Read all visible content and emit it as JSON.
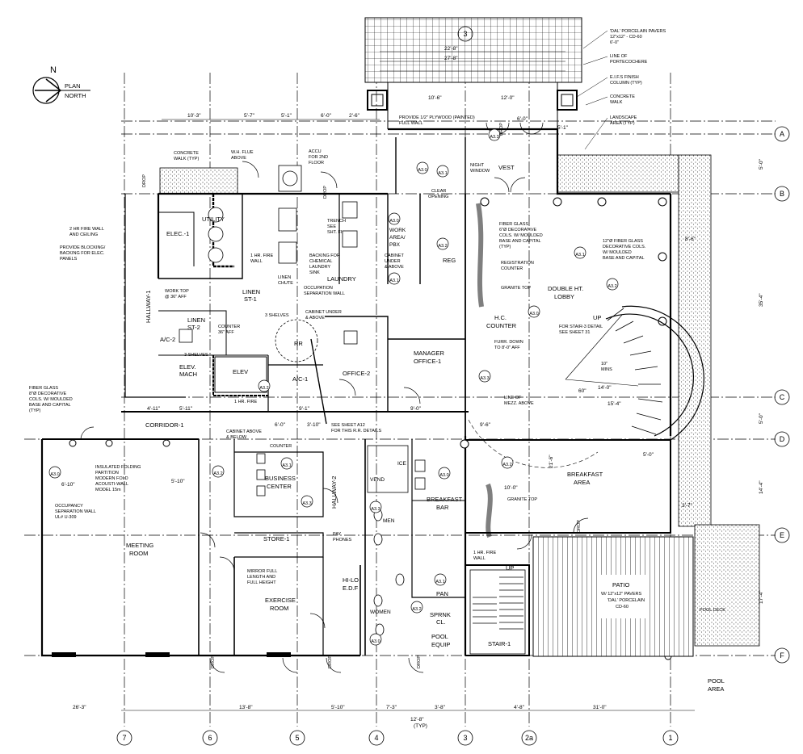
{
  "north": {
    "label_top": "PLAN",
    "label_bottom": "NORTH",
    "n": "N"
  },
  "grid_rows": [
    "A",
    "B",
    "C",
    "D",
    "E",
    "F"
  ],
  "grid_cols": [
    "7",
    "6",
    "5",
    "4",
    "3",
    "2a",
    "1"
  ],
  "top_detail": "3",
  "notes_top_right": {
    "pavers": [
      "'DAL' PORCELAIN PAVERS",
      "12\"x12\" - CD-60",
      "6'-0\""
    ],
    "porte": [
      "LINE OF",
      "PORTECOCHERE"
    ],
    "eifs": [
      "E.I.F.S FINISH",
      "COLUMN (TYP)"
    ],
    "walk": [
      "CONCRETE",
      "WALK"
    ],
    "landscape": [
      "LANDSCAPE",
      "AREA (TYP)"
    ]
  },
  "rooms": {
    "elec": "ELEC.-1",
    "utility": "UTILITY",
    "laundry": "LAUNDRY",
    "work_area": [
      "WORK",
      "AREA/",
      "PBX"
    ],
    "reg": "REG",
    "vest": "VEST",
    "lobby": [
      "DOUBLE HT.",
      "LOBBY"
    ],
    "hc_counter": [
      "H.C.",
      "COUNTER"
    ],
    "linen_st1": [
      "LINEN",
      "ST-1"
    ],
    "linen_st2": [
      "LINEN",
      "ST-2"
    ],
    "ac2": "A/C-2",
    "ac1": "A/C-1",
    "elev_mach": [
      "ELEV.",
      "MACH"
    ],
    "elev": "ELEV",
    "office2": "OFFICE-2",
    "manager": [
      "MANAGER",
      "OFFICE-1"
    ],
    "hallway1": "HALLWAY-1",
    "hallway2": "HALLWAY-2",
    "corridor1": "CORRIDOR-1",
    "meeting": [
      "MEETING",
      "ROOM"
    ],
    "business": [
      "BUSINESS",
      "CENTER"
    ],
    "store1": "STORE-1",
    "exercise": [
      "EXERCISE",
      "ROOM"
    ],
    "breakfast_bar": [
      "BREAKFAST",
      "BAR"
    ],
    "breakfast_area": [
      "BREAKFAST",
      "AREA"
    ],
    "men": "MEN",
    "women": "WOMEN",
    "hilo": [
      "HI-LO",
      "E.D.F"
    ],
    "pan": "PAN",
    "sprnk": [
      "SPRNK",
      "CL."
    ],
    "pool_equip": [
      "POOL",
      "EQUIP"
    ],
    "stair1": "STAIR-1",
    "patio": [
      "PATIO",
      "W/ 12\"x12\" PAVERS",
      "'DAL' PORCELAIN",
      "CD-60"
    ],
    "pool_area": [
      "POOL",
      "AREA"
    ],
    "pool_deck": "POOL DECK",
    "rr": "RR",
    "ice": "ICE",
    "vend": "VEND"
  },
  "notes": {
    "concrete_walk": [
      "CONCRETE",
      "WALK (TYP)"
    ],
    "wh_flue": [
      "W.H. FLUE",
      "ABOVE"
    ],
    "accu": [
      "ACCU",
      "FOR 2ND",
      "FLOOR"
    ],
    "fire_wall": [
      "2 HR FIRE WALL",
      "AND CEILING"
    ],
    "blocking": [
      "PROVIDE BLOCKING/",
      "BACKING FOR ELEC.",
      "PANELS"
    ],
    "plywood": [
      "PROVIDE 1/2\" PLYWOOD (PAINTED)",
      "FULL WALL"
    ],
    "night_window": [
      "NIGHT",
      "WINDOW"
    ],
    "clear_opening": [
      "CLEAR",
      "OPENING"
    ],
    "fiber_glass_cols": [
      "FIBER GLASS",
      "6\"Ø DECORATIVE",
      "COLS. W/ MOULDED",
      "BASE AND CAPITAL",
      "(TYP)"
    ],
    "fiber_glass_12": [
      "12\"Ø FIBER GLASS",
      "DECORATIVE COLS.",
      "W/ MOULDED",
      "BASE AND CAPITAL"
    ],
    "reg_counter": [
      "REGISTRATION",
      "COUNTER"
    ],
    "granite": "GRANITE TOP",
    "stair3": [
      "FOR STAIR-3 DETAIL",
      "SEE SHEET 31"
    ],
    "furr": [
      "FURR. DOWN",
      "TO 8'-0\" AFF"
    ],
    "mezz": [
      "LINE OF",
      "MEZZ. ABOVE"
    ],
    "trench": [
      "TRENCH",
      "SEE",
      "SHT. FI"
    ],
    "backing": [
      "BACKING FOR",
      "CHEMICAL",
      "LAUNDRY",
      "SINK"
    ],
    "occupation": [
      "OCCUPATION",
      "SEPARATION WALL"
    ],
    "cabinet_under": [
      "CABINET UNDER",
      "& ABOVE"
    ],
    "cabinet_under2": [
      "CABINET",
      "UNDER",
      "& ABOVE"
    ],
    "linen_chute": [
      "LINEN",
      "CHUTE"
    ],
    "work_top": [
      "WORK TOP",
      "@ 36\" AFF"
    ],
    "shelves": "3 SHELVES",
    "counter36": [
      "COUNTER",
      "36\" AFF"
    ],
    "hr_fire": [
      "1 HR. FIRE",
      "WALL"
    ],
    "see_sheet": [
      "SEE SHEET A12",
      "FOR THIS R.R. DETAILS"
    ],
    "fiber_glass_8": [
      "FIBER GLASS",
      "8\"Ø DECORATIVE",
      "COLS. W/ MOULDED",
      "BASE AND CAPITAL",
      "(TYP)"
    ],
    "cabinet_above": [
      "CABINET ABOVE",
      "& BELOW"
    ],
    "insulated": [
      "INSULATED FOLDING",
      "PARTITION",
      "MODERN FOLD",
      "ACOUSTI-WALL",
      "MODEL 15m"
    ],
    "occupancy": [
      "OCCUPANCY",
      "SEPARATION WALL",
      "UL# U-309"
    ],
    "counter": "COUNTER",
    "pay_phones": [
      "PAY",
      "PHONES"
    ],
    "mirror": [
      "MIRROR FULL",
      "LENGTH AND",
      "FULL HEIGHT"
    ],
    "up": "UP",
    "mins": [
      "10\"",
      "MINS"
    ],
    "drop": "DROP"
  },
  "dims": {
    "top": [
      "10'-3\"",
      "5'-7\"",
      "5'-1\"",
      "6'-0\"",
      "2'-6\"",
      "10'-6\"",
      "12'-0\"",
      "22'-8\"",
      "27'-8\"",
      "6'-0\"",
      "5'-1\""
    ],
    "right": [
      "5'-0\"",
      "35'-4\"",
      "5'-0\"",
      "14'-4\"",
      "17'-4\"",
      "8'-6\""
    ],
    "bottom": [
      "26'-3\"",
      "13'-8\"",
      "5'-10\"",
      "7'-3\"",
      "3'-8\"",
      "12'-8\"",
      "(TYP)",
      "31'-0\"",
      "4'-8\""
    ],
    "mid": [
      "9'-0\"",
      "9'-1\"",
      "5'-11\"",
      "4'-11\"",
      "6'-0\"",
      "3'-10\"",
      "5'-10\"",
      "6'-10\"",
      "10'-0\"",
      "5'-0\"",
      "3'-7\"",
      "21'-6\"",
      "9'-6\"",
      "14'-0\"",
      "15'-4\"",
      "60\""
    ]
  },
  "tags": [
    "A3.0",
    "A3.1",
    "A3.2",
    "A3.3"
  ]
}
